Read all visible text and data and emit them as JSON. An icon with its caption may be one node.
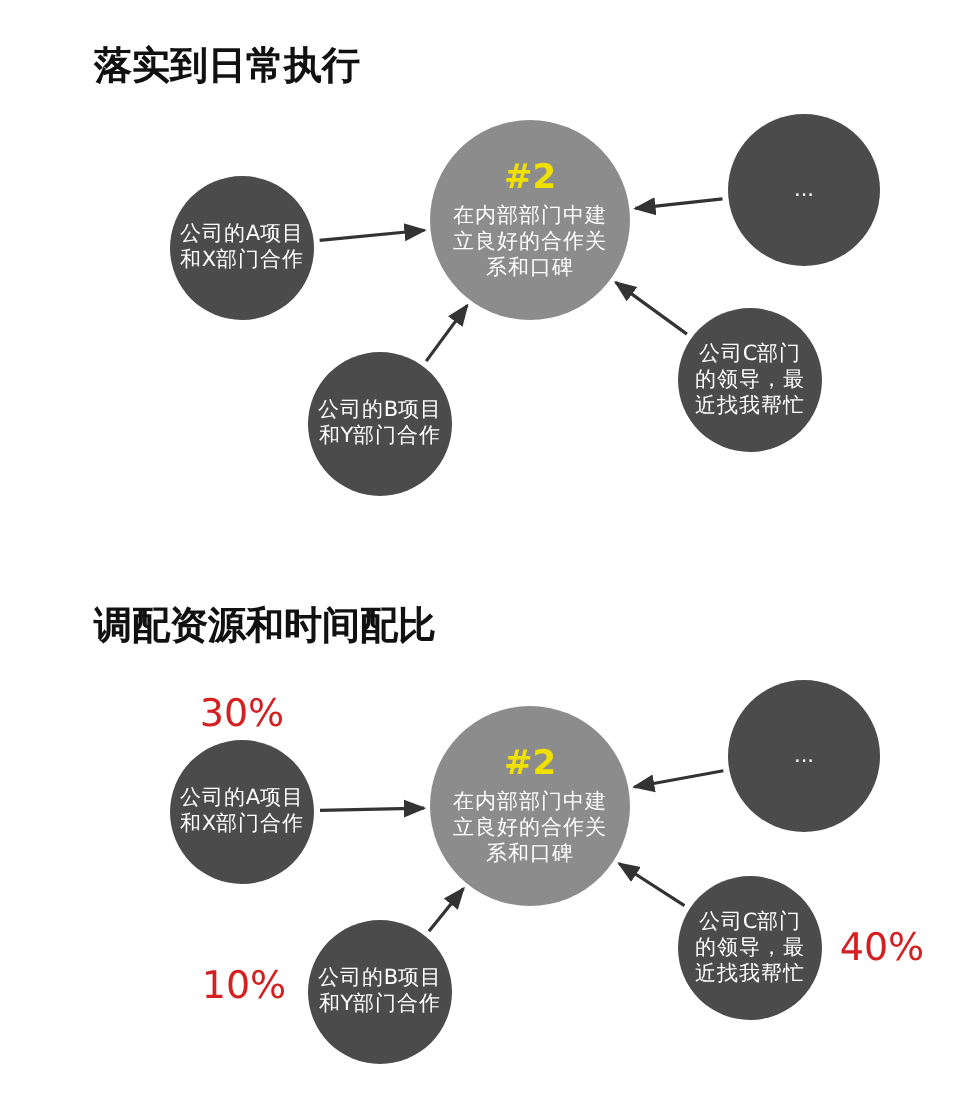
{
  "diagram": {
    "title": "落实到日常执行",
    "nodes": [
      {
        "text": [
          "#2",
          "在内部部门中建立良好的合作关系和口碑"
        ]
      },
      {
        "text": [
          "公司的A项目和X部门合作"
        ]
      },
      {
        "text": [
          "公司的B项目和Y部门合作"
        ]
      },
      {
        "text": [
          "公司C部门的领导，最近找我帮忙"
        ]
      },
      {
        "text": [
          "..."
        ]
      },
      {
        "text": [
          "#2",
          "在内部部门中建立良好的合作关系和口碑"
        ]
      },
      {
        "text": [
          "公司的A项目和X部门合作"
        ],
        "beside": [
          "30%"
        ]
      },
      {
        "text": [
          "公司的B项目和Y部门合作"
        ],
        "beside": [
          "10%"
        ]
      },
      {
        "text": [
          "公司C部门的领导，最近找我帮忙"
        ],
        "beside": [
          "40%"
        ]
      },
      {
        "text": [
          "..."
        ]
      }
    ],
    "edges": [
      {
        "from": 1,
        "to": 0,
        "arrow": "to"
      },
      {
        "from": 2,
        "to": 0,
        "arrow": "to"
      },
      {
        "from": 3,
        "to": 0,
        "arrow": "to"
      },
      {
        "from": 4,
        "to": 0,
        "arrow": "to"
      },
      {
        "from": 6,
        "to": 5,
        "arrow": "to"
      },
      {
        "from": 7,
        "to": 5,
        "arrow": "to"
      },
      {
        "from": 8,
        "to": 5,
        "arrow": "to"
      },
      {
        "from": 9,
        "to": 5,
        "arrow": "to"
      }
    ],
    "labels": [
      "调配资源和时间配比"
    ]
  }
}
